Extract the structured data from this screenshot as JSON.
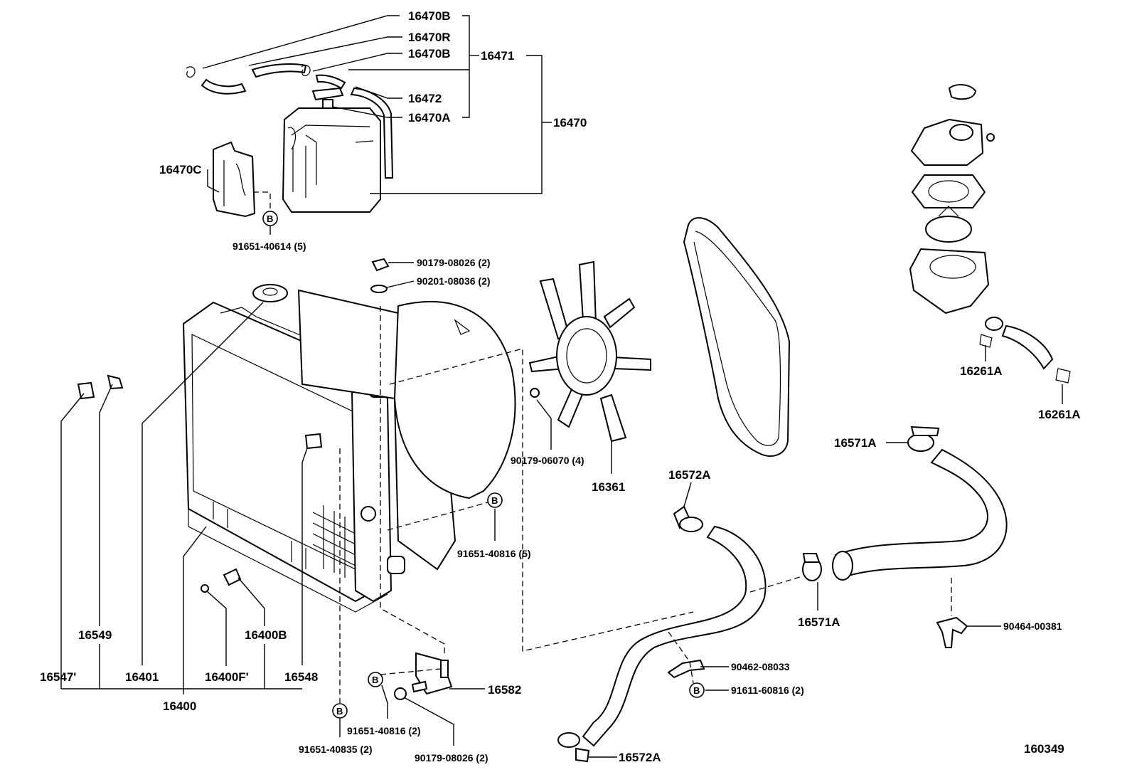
{
  "diagram_id": "160349",
  "reservoir": {
    "hose_b_top": "16470B",
    "hose_r": "16470R",
    "hose_b_mid": "16470B",
    "hose_group": "16471",
    "hose_a": "16472",
    "cap_a": "16470A",
    "assembly": "16470",
    "bracket": "16470C",
    "bolt": "91651-40614 (5)"
  },
  "radiator": {
    "nut": "90179-08026 (2)",
    "washer": "90201-08036 (2)",
    "fan_nut": "90179-06070 (4)",
    "fan": "16361",
    "shroud_bolt": "91651-40816 (5)",
    "grommet": "16547'",
    "drain_plug": "16549",
    "cap": "16401",
    "assembly": "16400",
    "drain_cock": "16400B",
    "o_ring": "16400F'",
    "cushion": "16548",
    "bracket": "16582",
    "bracket_bolt": "91651-40816 (2)",
    "bracket_nut": "90179-08026 (2)",
    "lower_bolt": "91651-40835 (2)"
  },
  "hoses": {
    "upper_clamp_top": "16572A",
    "upper_clamp_bottom": "16572A",
    "lower_clamp_top": "16571A",
    "lower_clamp_bottom": "16571A",
    "clamp_90464": "90464-00381",
    "clamp_90462": "90462-08033",
    "bolt_91611": "91611-60816 (2)",
    "bypass_clamp_1": "16261A",
    "bypass_clamp_2": "16261A"
  },
  "bolt_marker": "B"
}
